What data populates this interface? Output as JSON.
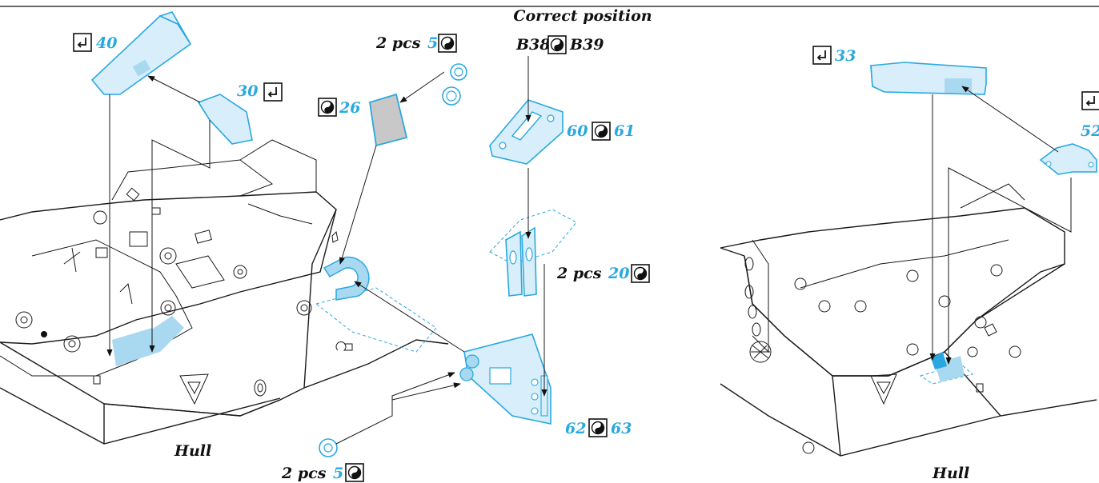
{
  "header": {
    "title_line1": "Correct position",
    "title_code_left": "B38",
    "title_code_right": "B39"
  },
  "left_view": {
    "caption": "Hull",
    "callouts": {
      "p40": "40",
      "p30": "30",
      "p26": "26",
      "qty_top": "2 pcs",
      "p5_top": "5",
      "p60": "60",
      "p61": "61",
      "qty_mid": "2 pcs",
      "p20": "20",
      "p62": "62",
      "p63": "63",
      "qty_bottom": "2 pcs",
      "p5_bottom": "5"
    }
  },
  "right_view": {
    "caption": "Hull",
    "callouts": {
      "p33": "33",
      "p52": "52"
    }
  },
  "icons": {
    "bend": "bend-icon",
    "flip": "yin-yang-flip-icon"
  },
  "colors": {
    "part": "#29a8e0",
    "line": "#1a1a1a"
  }
}
